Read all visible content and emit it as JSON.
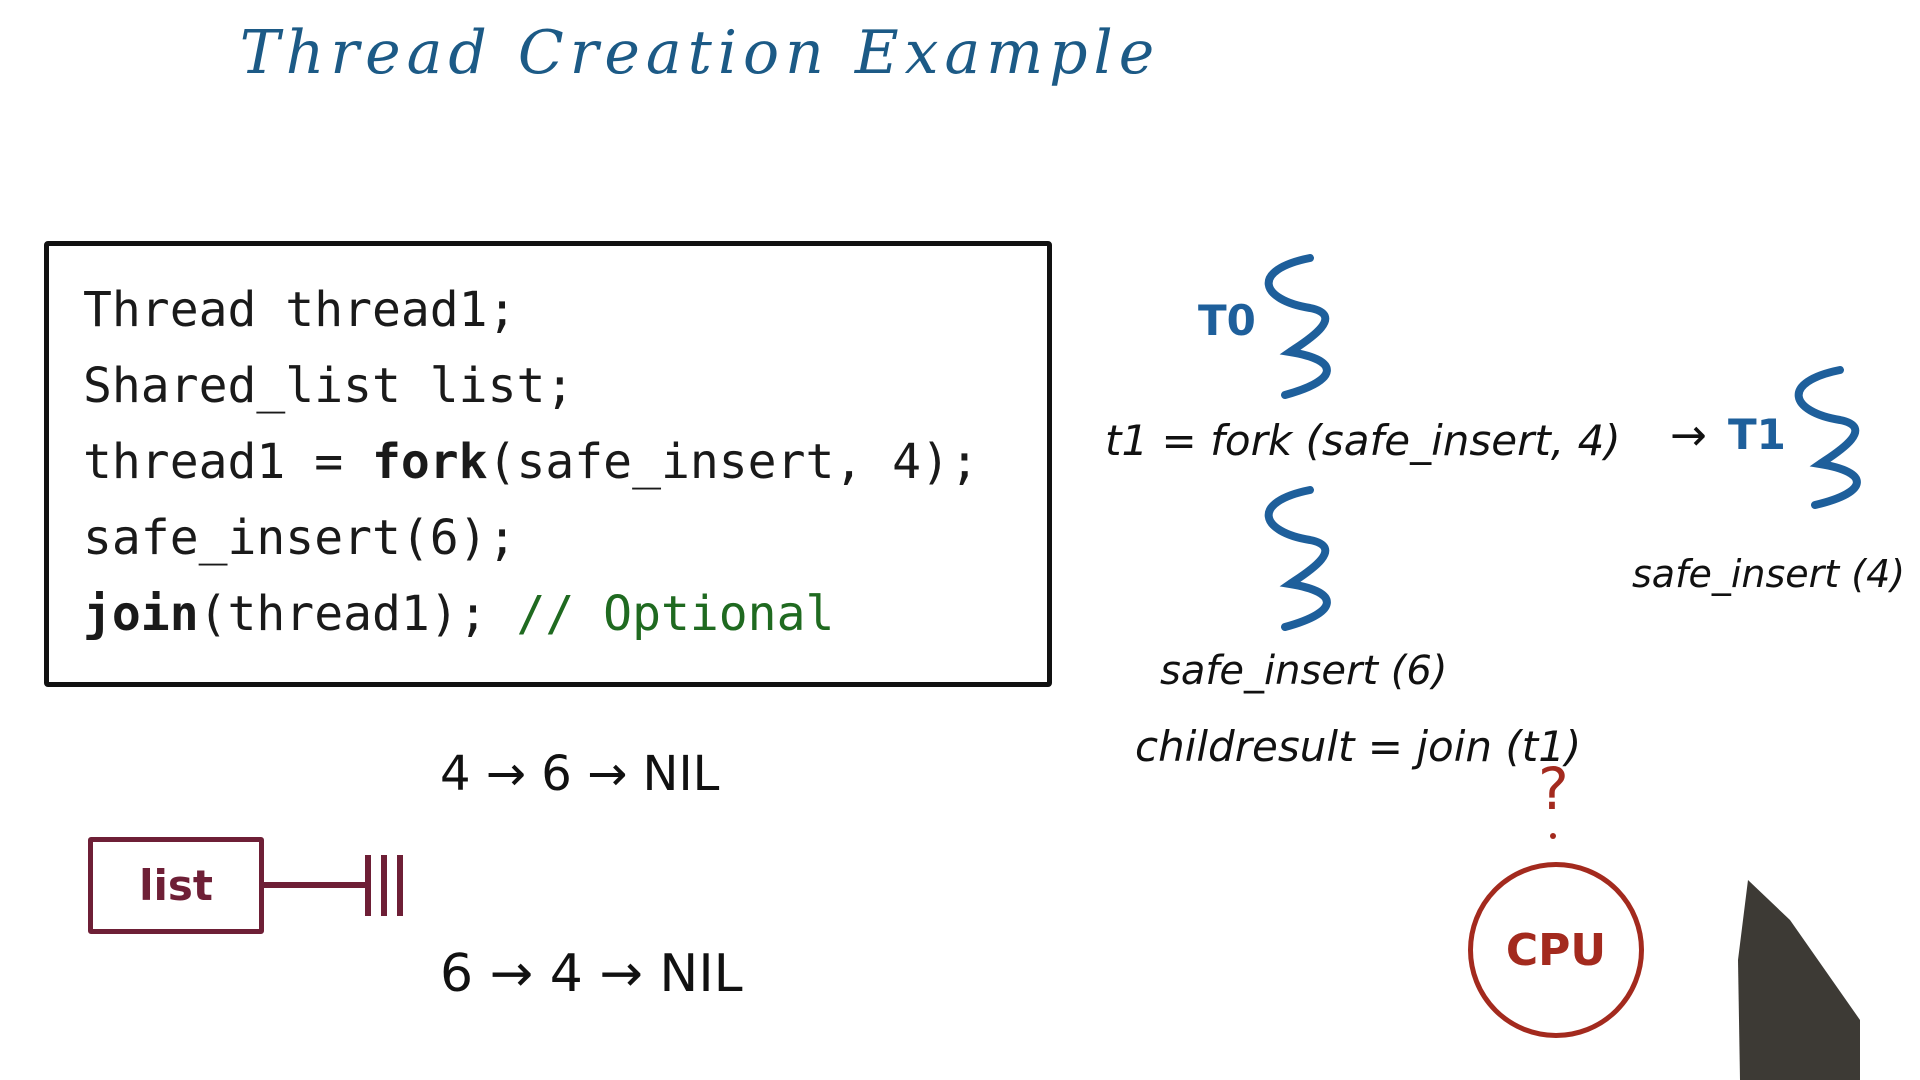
{
  "title": "Thread Creation Example",
  "code": {
    "line1": {
      "text": "Thread thread1;"
    },
    "line2": {
      "text": "Shared_list list;"
    },
    "line3": {
      "prefix": "thread1 = ",
      "keyword": "fork",
      "rest": "(safe_insert, 4);"
    },
    "line4": {
      "text": "safe_insert(6);"
    },
    "line5": {
      "keyword": "join",
      "rest": "(thread1); ",
      "comment": "// Optional"
    }
  },
  "annotations": {
    "t0_label": "T0",
    "fork_call": "t1 = fork (safe_insert, 4)",
    "arrow": "→",
    "t1_label": "T1",
    "t1_call": "safe_insert (4)",
    "t0_call": "safe_insert (6)",
    "join_call": "childresult = join (t1)",
    "question": "?",
    "cpu_label": "CPU"
  },
  "list": {
    "label": "list",
    "order_a": "4 → 6 → NIL",
    "order_b": "6 → 4 → NIL"
  },
  "colors": {
    "title": "#1c5a86",
    "thread": "#1e5f9b",
    "comment": "#1f6a20",
    "list": "#6e1f36",
    "cpu": "#a32a1e"
  },
  "icons": [
    "thread-squiggle-icon",
    "list-terminator-icon",
    "cpu-icon"
  ]
}
